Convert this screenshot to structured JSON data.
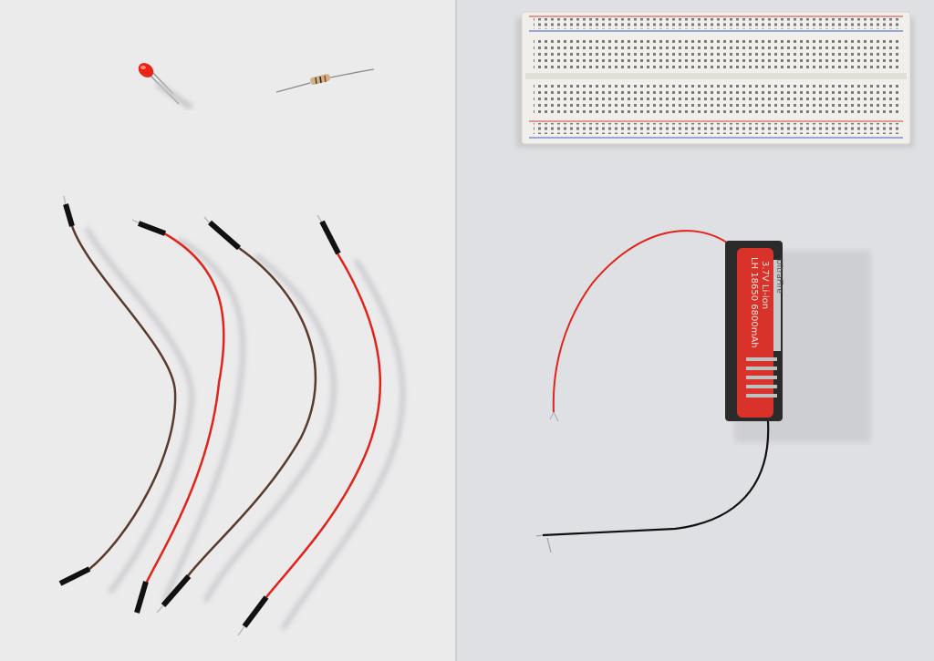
{
  "scene": {
    "battery": {
      "brand": "UltraFire",
      "model": "LH 18650 6800mAh",
      "spec": "3.7V Li-ion"
    },
    "colors": {
      "left_sheet": "#ebebec",
      "right_sheet": "#dfe0e3",
      "red_wire": "#e0241c",
      "brown_wire": "#5a3a2c",
      "battery": "#d8322a",
      "holder": "#2b2b2b",
      "breadboard": "#f1efeb"
    }
  }
}
